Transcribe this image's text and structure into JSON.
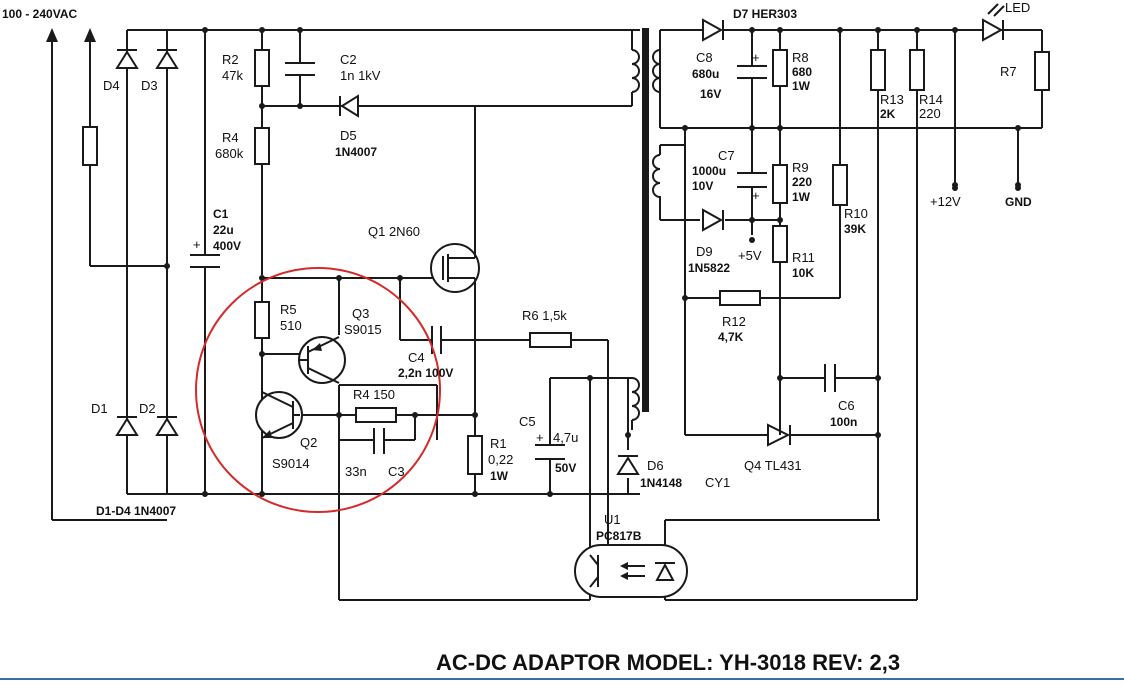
{
  "title": "AC-DC ADAPTOR  MODEL: YH-3018 REV: 2,3",
  "colors": {
    "ink": "#1a1a1a",
    "highlight_circle": "#d42a2a",
    "bottom_rule": "#3a6ea5"
  },
  "labels": {
    "input": "100 - 240VAC",
    "D4": "D4",
    "D3": "D3",
    "D1": "D1",
    "D2": "D2",
    "diodes_note": "D1-D4 1N4007",
    "R2": "R2",
    "R2_val": "47k",
    "C2": "C2",
    "C2_val": "1n 1kV",
    "R4a": "R4",
    "R4a_val": "680k",
    "D5": "D5",
    "D5_val": "1N4007",
    "C1": "C1",
    "C1_v1": "22u",
    "C1_v2": "400V",
    "Q1": "Q1 2N60",
    "R5": "R5",
    "R5_val": "510",
    "Q3": "Q3",
    "Q3_val": "S9015",
    "C4": "C4",
    "C4_val": "2,2n 100V",
    "R6": "R6 1,5k",
    "Q2": "Q2",
    "Q2_val": "S9014",
    "R4b": "R4 150",
    "C3_a": "33n",
    "C3_b": "C3",
    "R1": "R1",
    "R1_v1": "0,22",
    "R1_v2": "1W",
    "C5": "C5",
    "C5_v1": "4,7u",
    "C5_v2": "50V",
    "D6": "D6",
    "D6_val": "1N4148",
    "CY1": "CY1",
    "U1": "U1",
    "U1_val": "PC817B",
    "D7": "D7 HER303",
    "C8": "C8",
    "C8_v1": "680u",
    "C8_v2": "16V",
    "R8": "R8",
    "R8_v1": "680",
    "R8_v2": "1W",
    "R13": "R13",
    "R13_val": "2K",
    "R14": "R14",
    "R14_val": "220",
    "LED": "LED",
    "R7": "R7",
    "C7": "C7",
    "C7_v1": "1000u",
    "C7_v2": "10V",
    "R9": "R9",
    "R9_v1": "220",
    "R9_v2": "1W",
    "R10": "R10",
    "R10_val": "39K",
    "plus12": "+12V",
    "gnd": "GND",
    "D9": "D9",
    "D9_val": "1N5822",
    "plus5": "+5V",
    "R11": "R11",
    "R11_val": "10K",
    "R12": "R12",
    "R12_val": "4,7K",
    "C6": "C6",
    "C6_val": "100n",
    "Q4": "Q4 TL431",
    "plus": "+"
  }
}
